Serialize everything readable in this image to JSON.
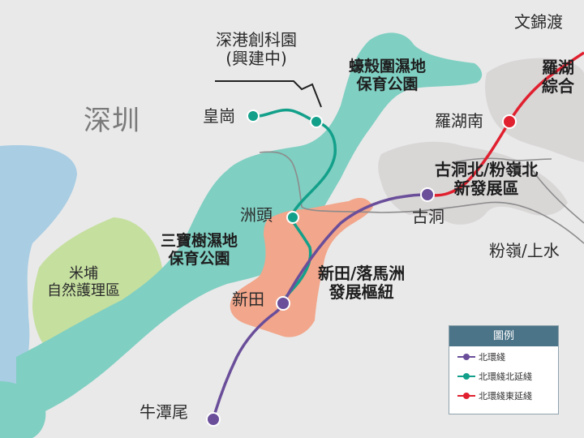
{
  "regions": {
    "shenzhen": "深圳",
    "mai_po": "米埔\n自然護理區",
    "sam_po_shue": "三寶樹濕地\n保育公園",
    "ho_sheung_heung": "蠔殼圍濕地\n保育公園",
    "san_tin_lok_ma_chau": "新田/落馬洲\n發展樞紐",
    "kwu_tung_north": "古洞北/粉嶺北\n新發展區",
    "lo_wu_partial": "羅湖\n綜合"
  },
  "stations": {
    "wong_kong": "皇崗",
    "chau_tau": "洲頭",
    "san_tin": "新田",
    "ngau_tam_mei": "牛潭尾",
    "kwu_tung": "古洞",
    "lo_wu_south": "羅湖南",
    "man_kam_to": "文錦渡",
    "fanling_sheung_shui": "粉嶺/上水"
  },
  "callout": {
    "hsitp": "深港創科園\n(興建中)"
  },
  "legend": {
    "title": "圖例",
    "items": [
      {
        "label": "北環綫",
        "color": "#6a4e9a"
      },
      {
        "label": "北環綫北延綫",
        "color": "#13a08a"
      },
      {
        "label": "北環綫東延綫",
        "color": "#e0202f"
      }
    ]
  },
  "colors": {
    "background": "#e9e9e9",
    "water": "#a9cde3",
    "wetland": "#7fcfc2",
    "nature_reserve": "#c5df9f",
    "development_hub": "#f2a68b",
    "built_up": "#d9d6d6",
    "northern_link": "#6a4e9a",
    "northern_link_north": "#13a08a",
    "northern_link_east": "#e0202f"
  }
}
